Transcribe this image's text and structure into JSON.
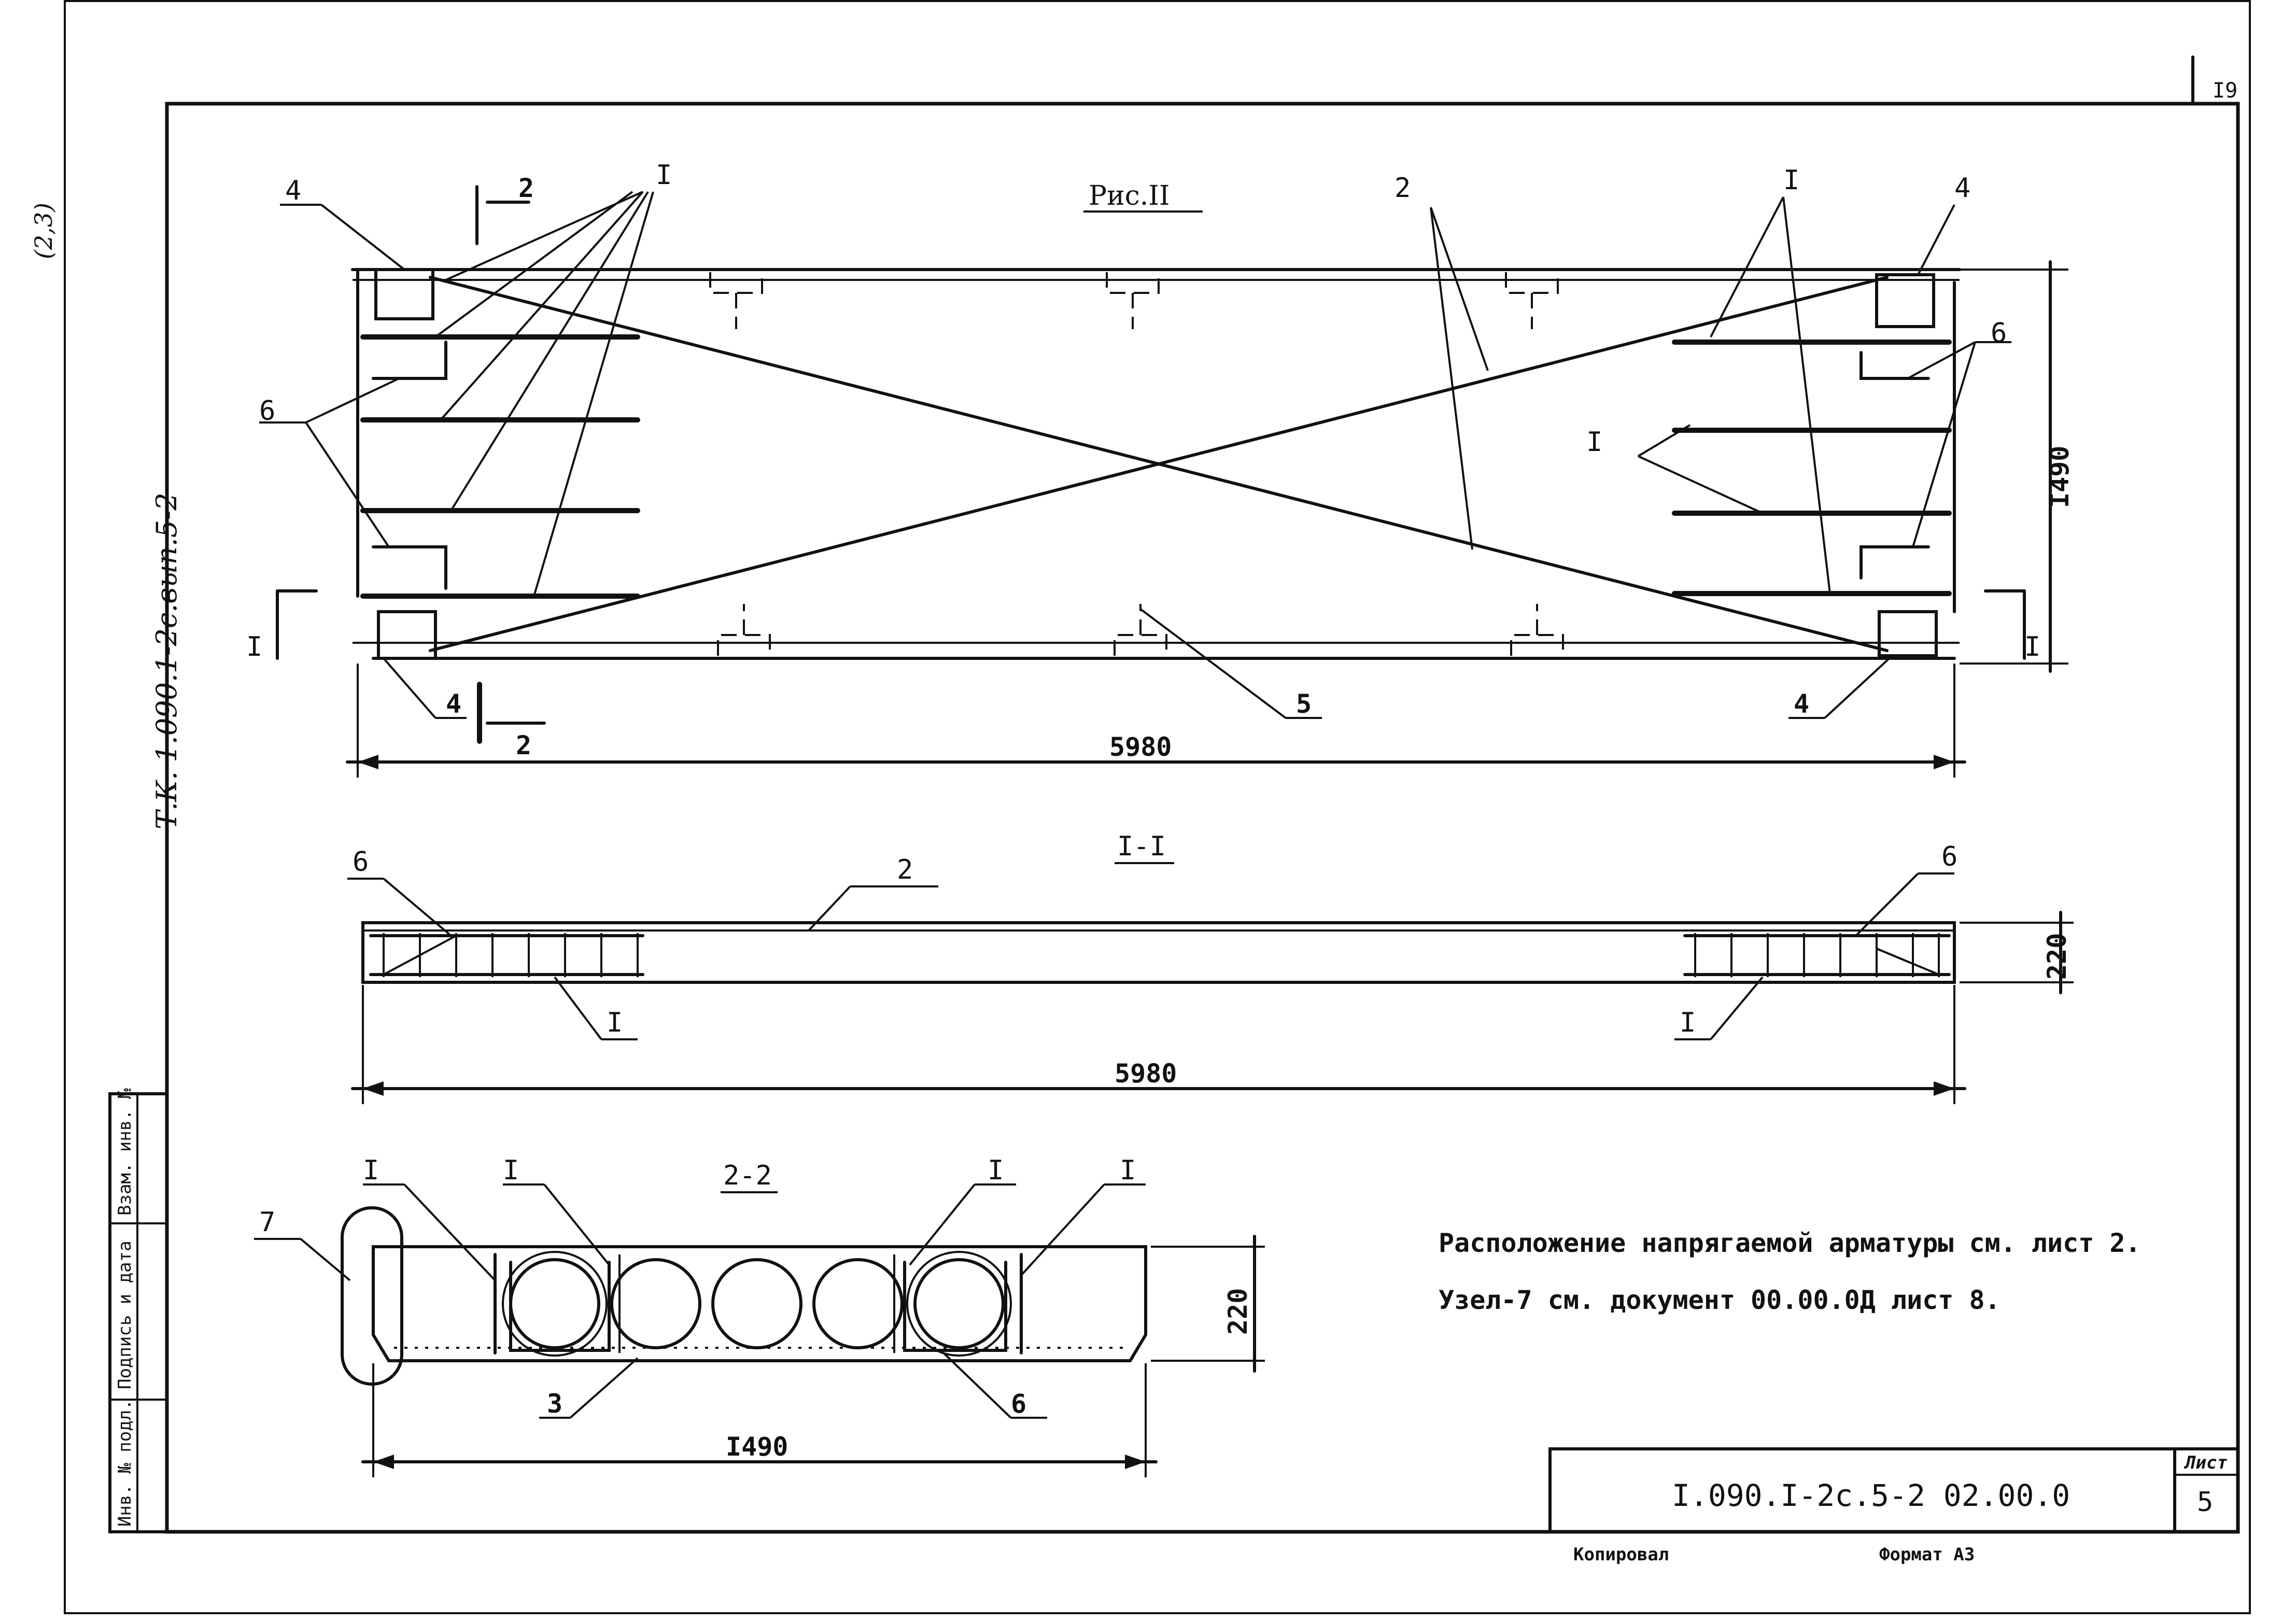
{
  "drawing": {
    "figure_title": "Рис.II",
    "page_corner": "I9",
    "margin_handwriting": "Т.К. 1.090.1-2с.вып.5-2",
    "margin_scribble": "(2,3)",
    "views": {
      "plan": {
        "dimension_length": "5980",
        "dimension_height": "I490",
        "section_marks": {
          "section_1": "I",
          "section_2": "2"
        },
        "callouts": [
          "4",
          "2",
          "I",
          "6",
          "I",
          "4",
          "6",
          "2",
          "I",
          "4",
          "5",
          "2"
        ]
      },
      "section_1_1": {
        "title": "I-I",
        "dimension_length": "5980",
        "dimension_thickness": "220",
        "callouts": [
          "6",
          "2",
          "I",
          "6",
          "I"
        ]
      },
      "section_2_2": {
        "title": "2-2",
        "dimension_width": "I490",
        "dimension_thickness": "220",
        "callouts": [
          "7",
          "I",
          "I",
          "I",
          "I",
          "3",
          "6"
        ]
      }
    },
    "notes": [
      "Расположение напрягаемой арматуры см. лист 2.",
      "Узел-7 см. документ 00.00.0Д лист 8."
    ]
  },
  "title_block": {
    "document_code": "I.090.I-2с.5-2  02.00.0",
    "sheet_label": "Лист",
    "sheet_number": "5",
    "copied_by": "Копировал",
    "format": "Формат А3"
  },
  "side_stamp": {
    "cells": [
      "Взам. инв. №",
      "Подпись и дата",
      "Инв. № подл."
    ]
  }
}
